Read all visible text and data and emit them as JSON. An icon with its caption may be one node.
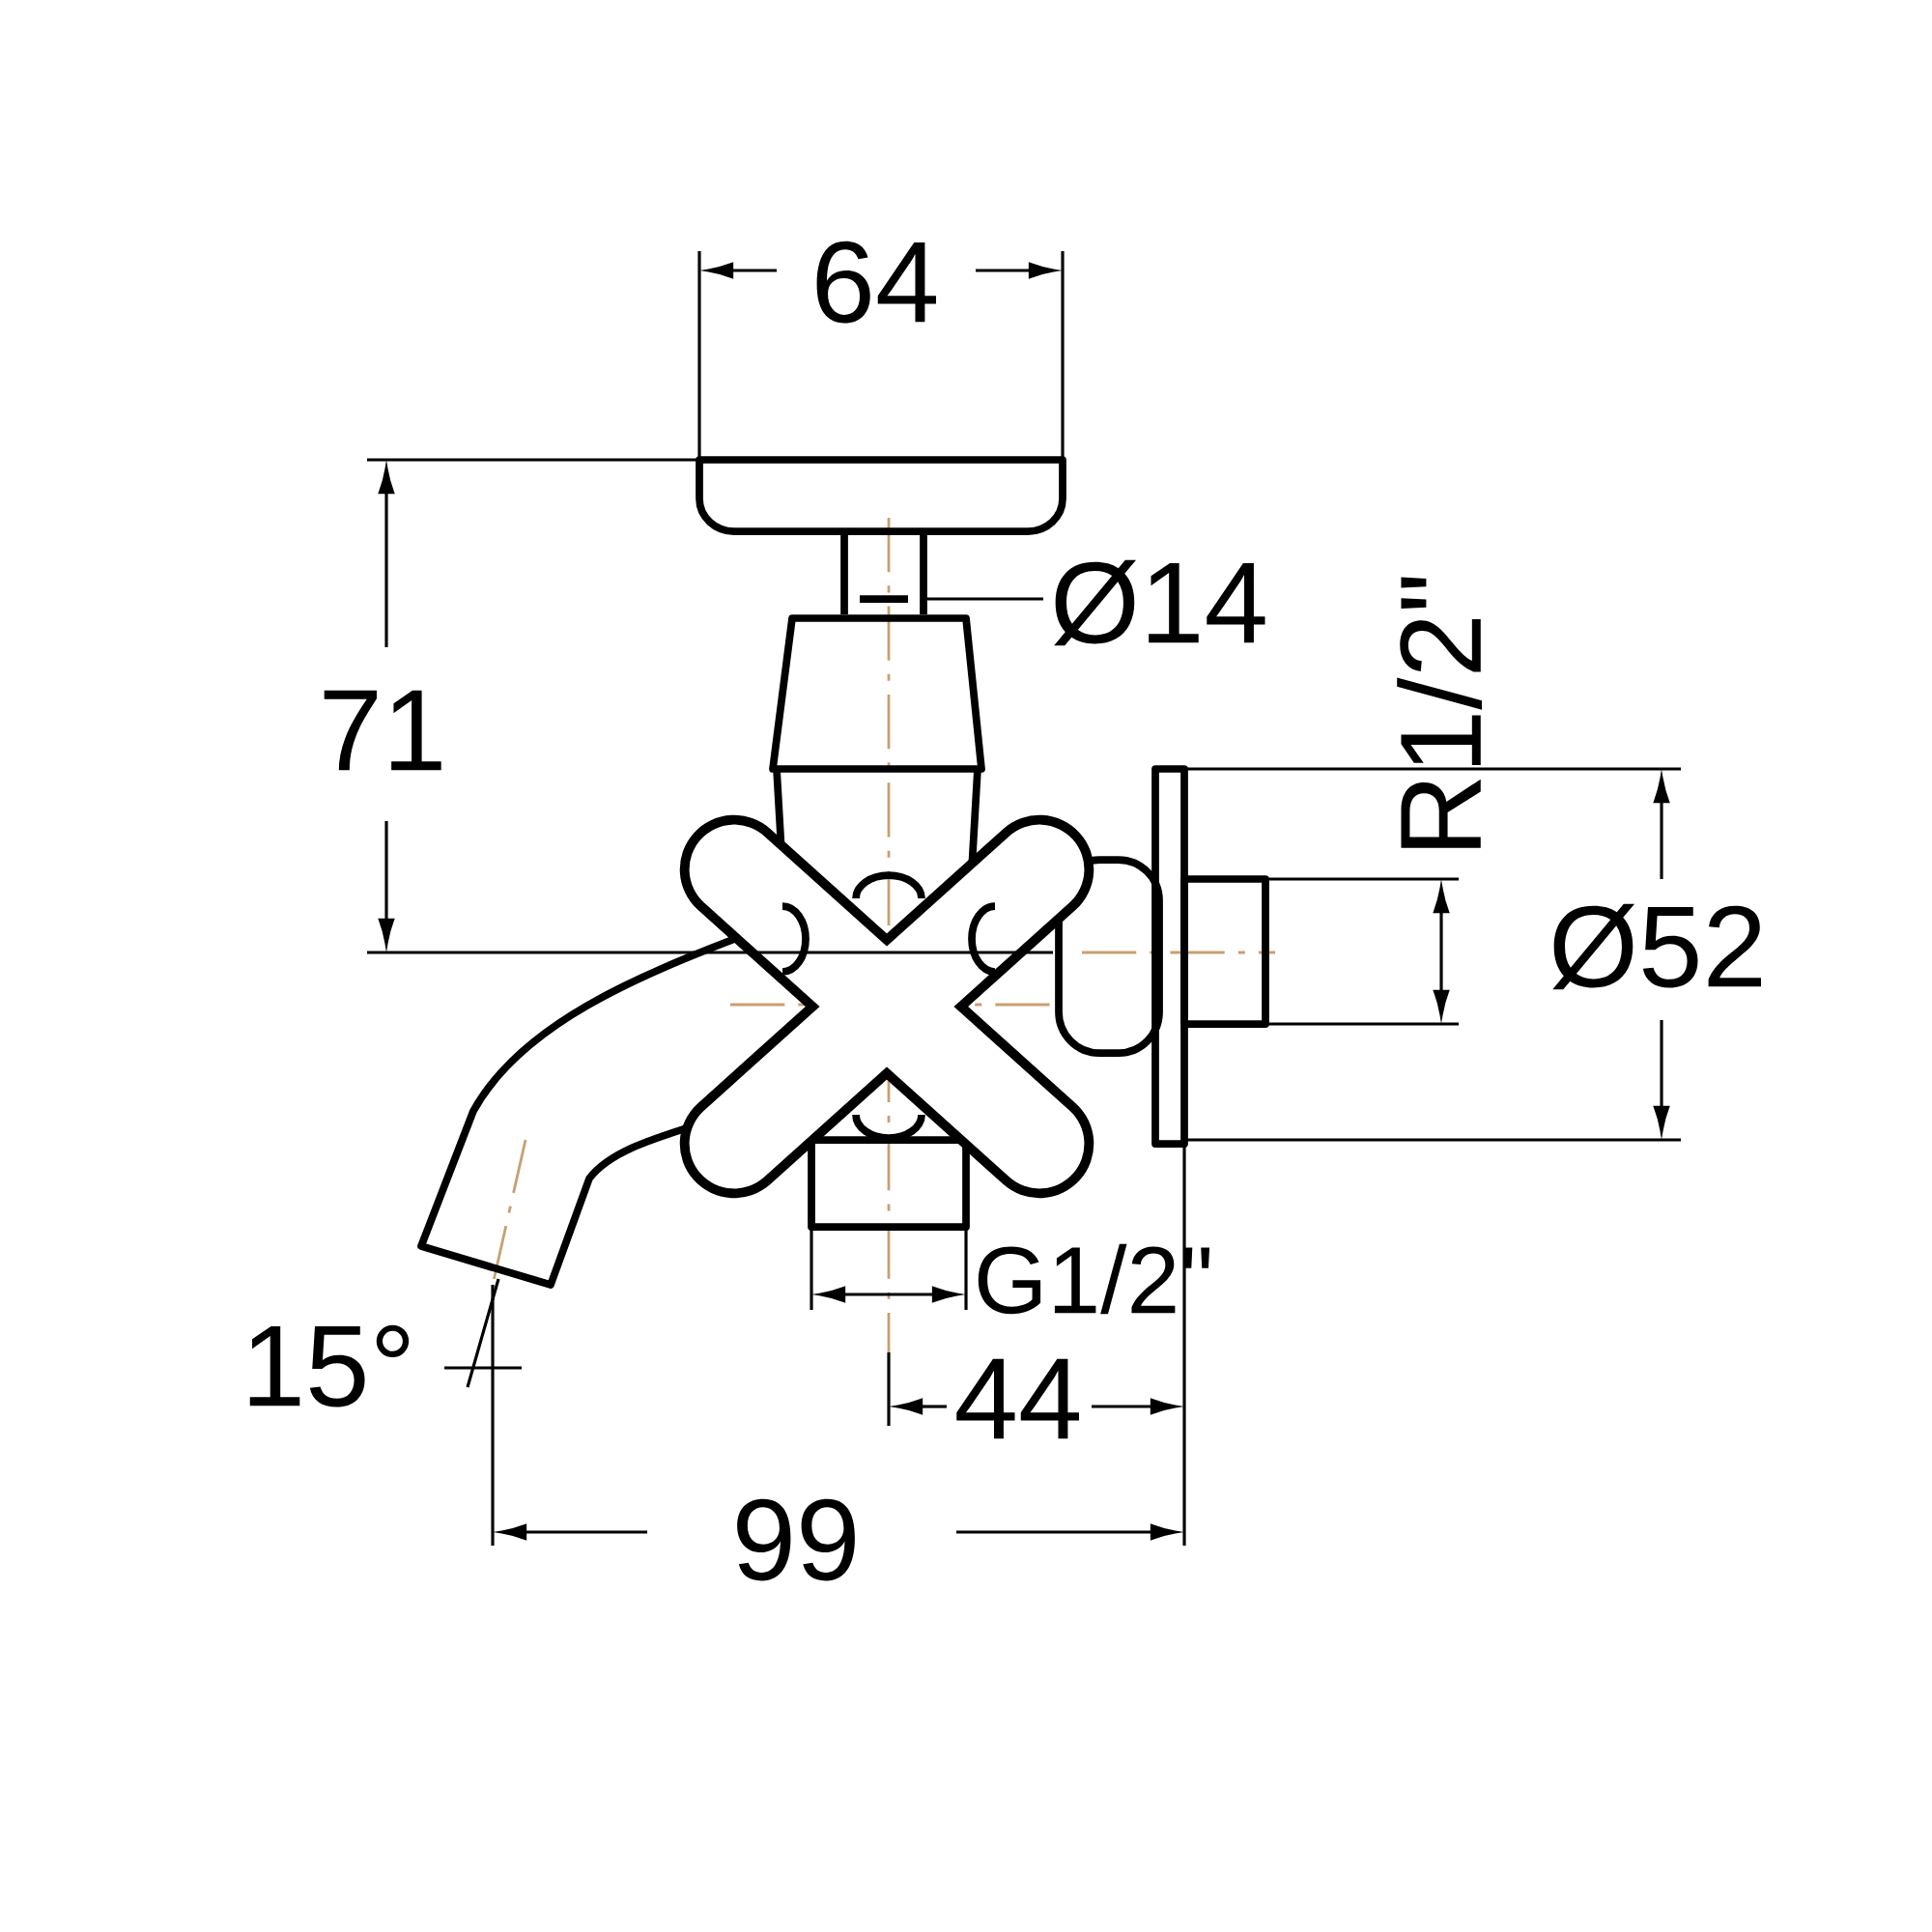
{
  "diagram": {
    "labels": [
      "64",
      "Ø14",
      "71",
      "R1/2\"",
      "Ø52",
      "G1/2\"",
      "15°",
      "44",
      "99"
    ]
  }
}
